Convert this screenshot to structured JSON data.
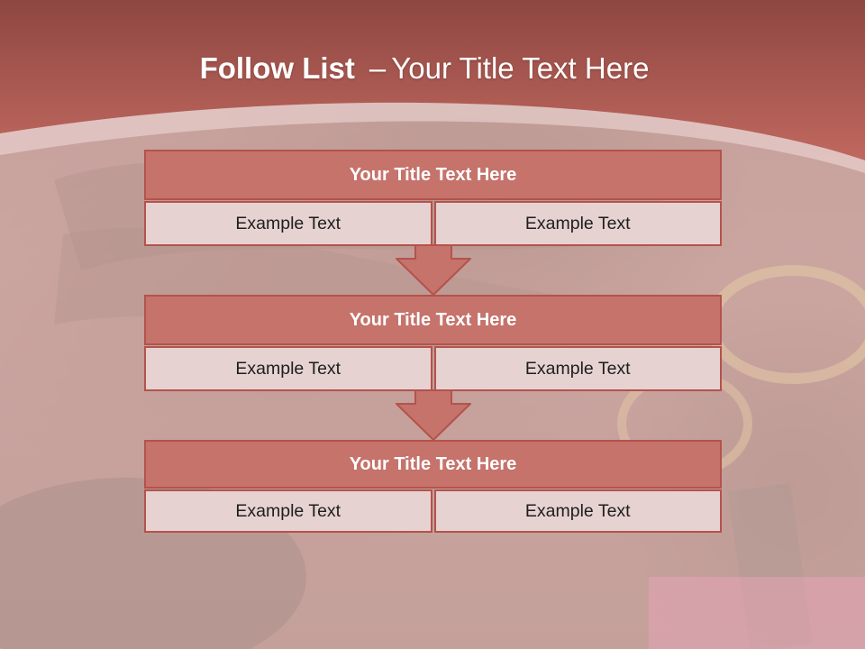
{
  "header": {
    "title_bold": "Follow List",
    "title_dash": "–",
    "title_rest": "Your Title Text Here"
  },
  "steps": [
    {
      "title": "Your Title Text Here",
      "left": "Example Text",
      "right": "Example Text"
    },
    {
      "title": "Your Title Text Here",
      "left": "Example Text",
      "right": "Example Text"
    },
    {
      "title": "Your Title Text Here",
      "left": "Example Text",
      "right": "Example Text"
    }
  ],
  "colors": {
    "header_band": "#b8655d",
    "box_title_fill": "#c5736b",
    "box_border": "#b3534c",
    "cell_fill": "#e7d2d2",
    "arrow_fill": "#c5736b"
  }
}
